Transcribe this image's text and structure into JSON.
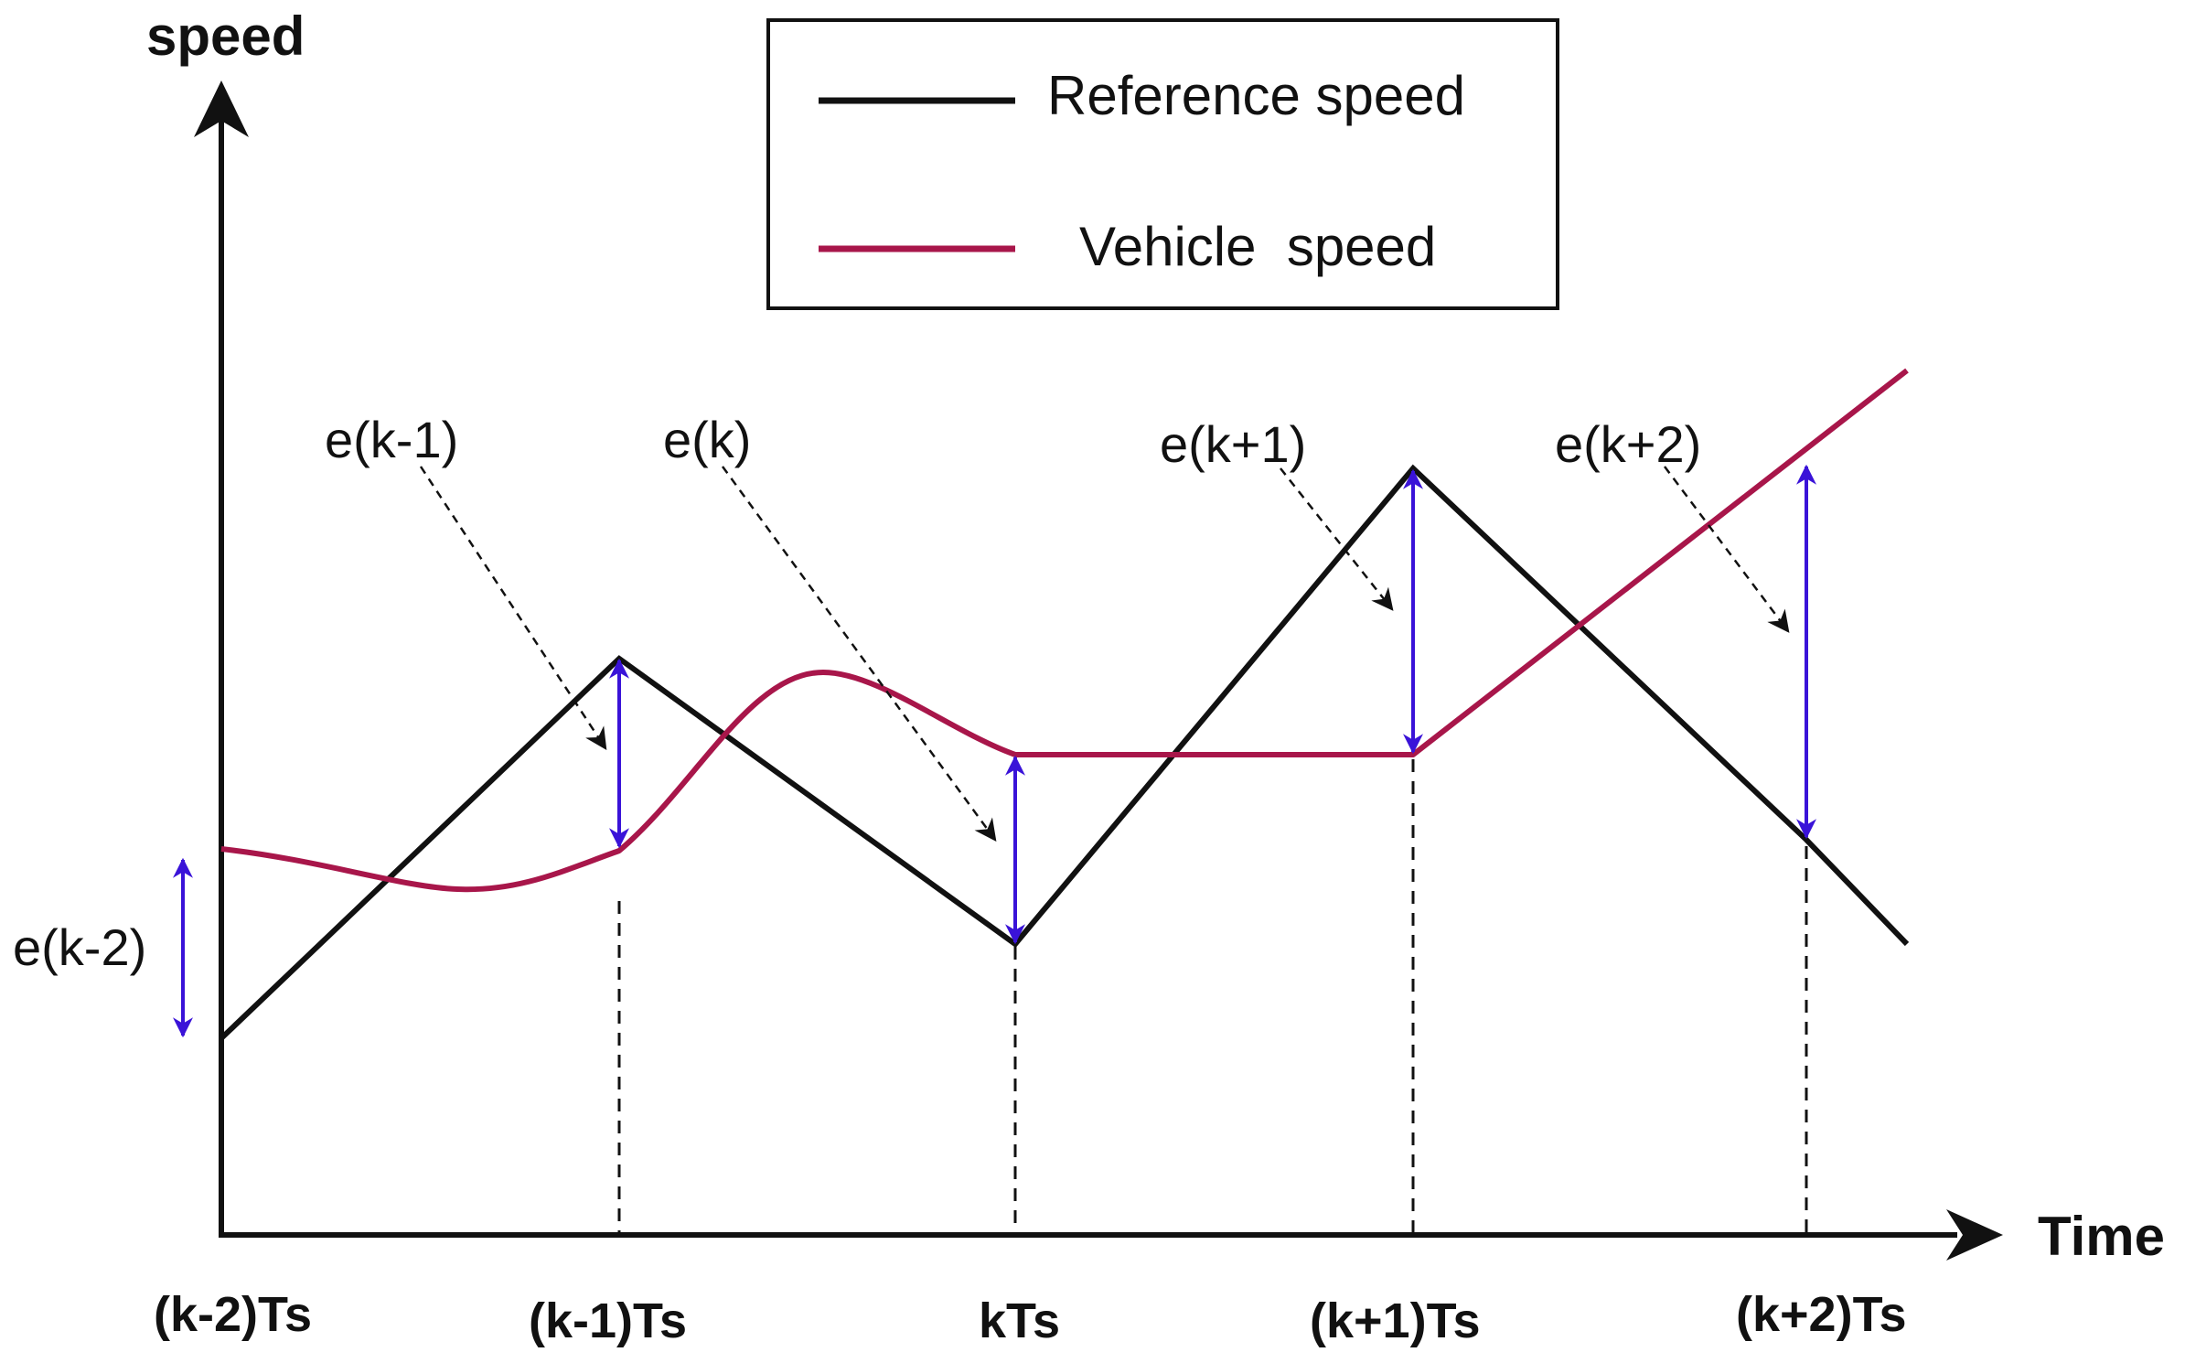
{
  "axes": {
    "y_label": "speed",
    "x_label": "Time"
  },
  "ticks": [
    "(k-2)Ts",
    "(k-1)Ts",
    "kTs",
    "(k+1)Ts",
    "(k+2)Ts"
  ],
  "legend": {
    "items": [
      {
        "label": "Reference speed",
        "color": "#111111"
      },
      {
        "label": "Vehicle  speed",
        "color": "#a8164a"
      }
    ]
  },
  "errors": [
    "e(k-2)",
    "e(k-1)",
    "e(k)",
    "e(k+1)",
    "e(k+2)"
  ],
  "colors": {
    "reference": "#111111",
    "vehicle": "#a8164a",
    "error_arrow": "#3a13d8",
    "axis": "#111111"
  }
}
